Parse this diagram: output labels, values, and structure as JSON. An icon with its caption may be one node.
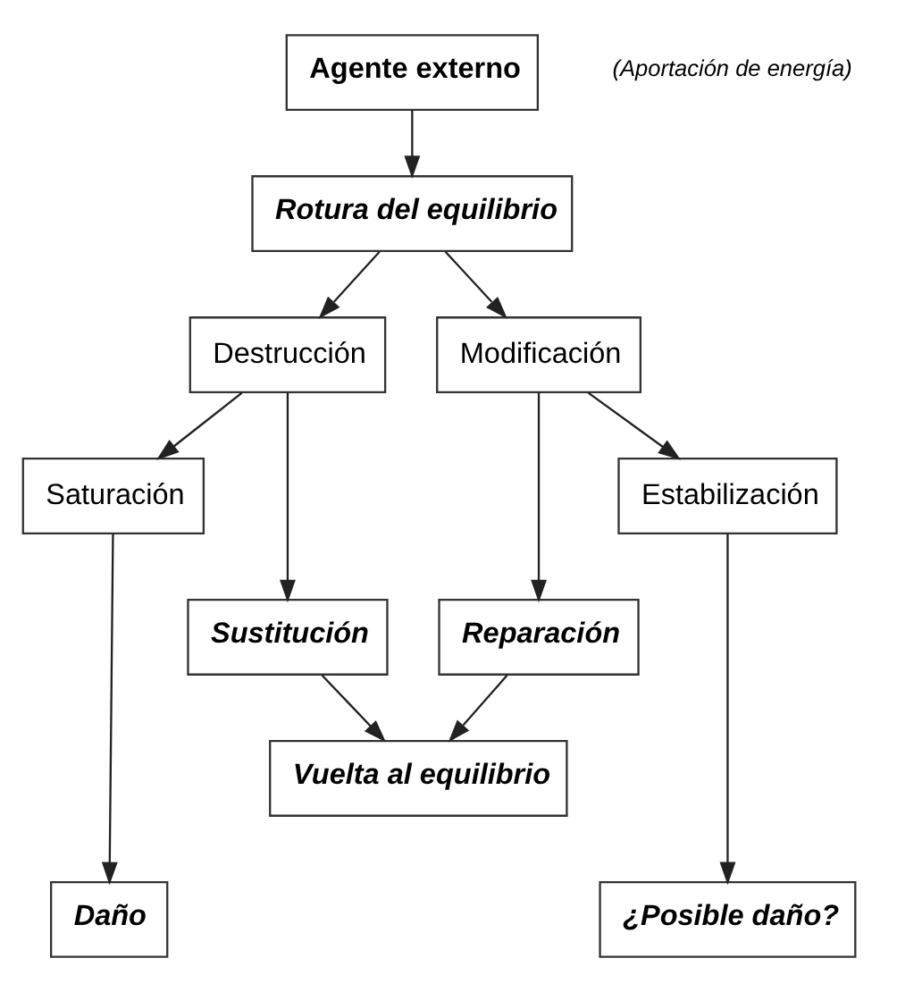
{
  "diagram": {
    "nodes": [
      {
        "text": [
          "Agente externo"
        ],
        "beside": [
          "(Aportación de energía)"
        ]
      },
      {
        "text": [
          "Rotura del equilibrio"
        ]
      },
      {
        "text": [
          "Destrucción"
        ]
      },
      {
        "text": [
          "Modificación"
        ]
      },
      {
        "text": [
          "Saturación"
        ]
      },
      {
        "text": [
          "Sustitución"
        ]
      },
      {
        "text": [
          "Reparación"
        ]
      },
      {
        "text": [
          "Estabilización"
        ]
      },
      {
        "text": [
          "Vuelta al equilibrio"
        ]
      },
      {
        "text": [
          "Daño"
        ]
      },
      {
        "text": [
          "¿Posible daño?"
        ]
      }
    ],
    "edges": [
      {
        "from": 0,
        "to": 1,
        "arrow": "to"
      },
      {
        "from": 1,
        "to": 2,
        "arrow": "to"
      },
      {
        "from": 1,
        "to": 3,
        "arrow": "to"
      },
      {
        "from": 2,
        "to": 4,
        "arrow": "to"
      },
      {
        "from": 2,
        "to": 5,
        "arrow": "to"
      },
      {
        "from": 3,
        "to": 6,
        "arrow": "to"
      },
      {
        "from": 3,
        "to": 7,
        "arrow": "to"
      },
      {
        "from": 5,
        "to": 8,
        "arrow": "to"
      },
      {
        "from": 6,
        "to": 8,
        "arrow": "to"
      },
      {
        "from": 4,
        "to": 9,
        "arrow": "to"
      },
      {
        "from": 7,
        "to": 10,
        "arrow": "to"
      }
    ]
  }
}
